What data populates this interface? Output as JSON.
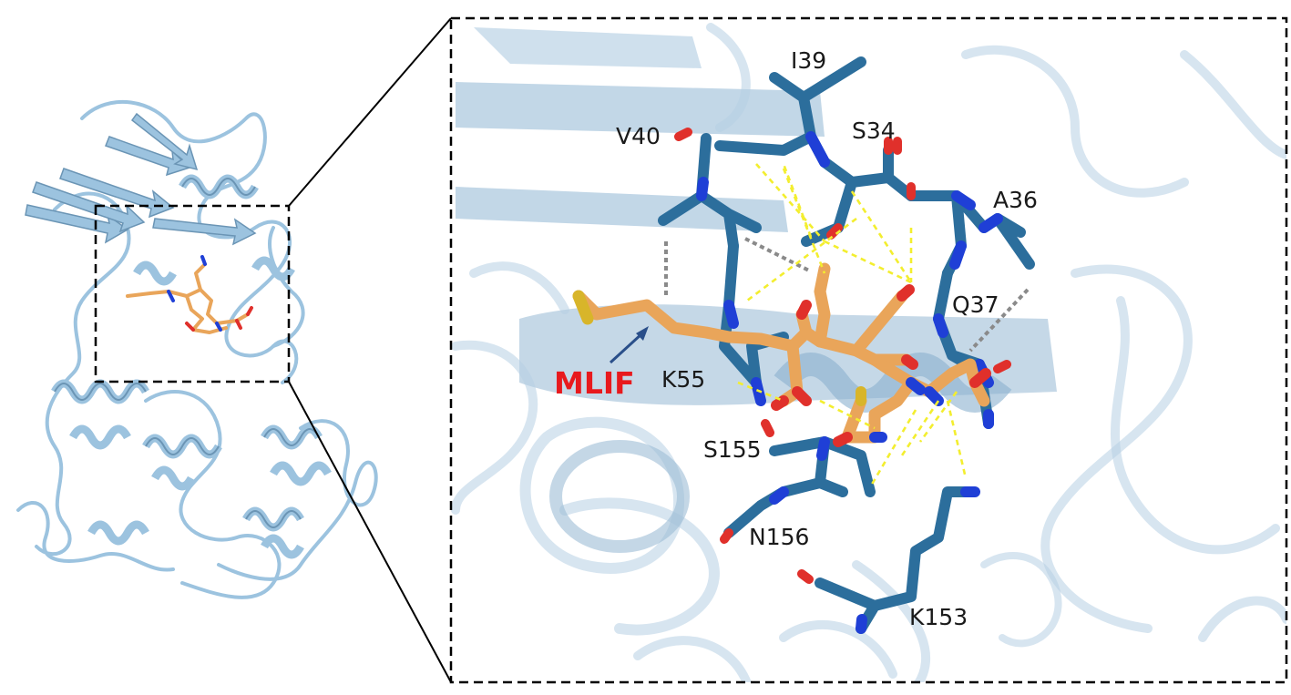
{
  "figure": {
    "ligand_label": "MLIF",
    "colors": {
      "protein_cartoon": "#9cc3df",
      "residue_carbon": "#2c6e9c",
      "ligand_carbon": "#e9a55a",
      "nitrogen": "#1f3fd6",
      "oxygen": "#e0302b",
      "sulfur": "#d8b52a",
      "polar_contact": "#f3ee2f",
      "other_contact": "#8a8a8a",
      "ligand_label": "#e8191d"
    },
    "residues": [
      "I39",
      "V40",
      "S34",
      "A36",
      "Q37",
      "K55",
      "S155",
      "N156",
      "K153"
    ]
  }
}
